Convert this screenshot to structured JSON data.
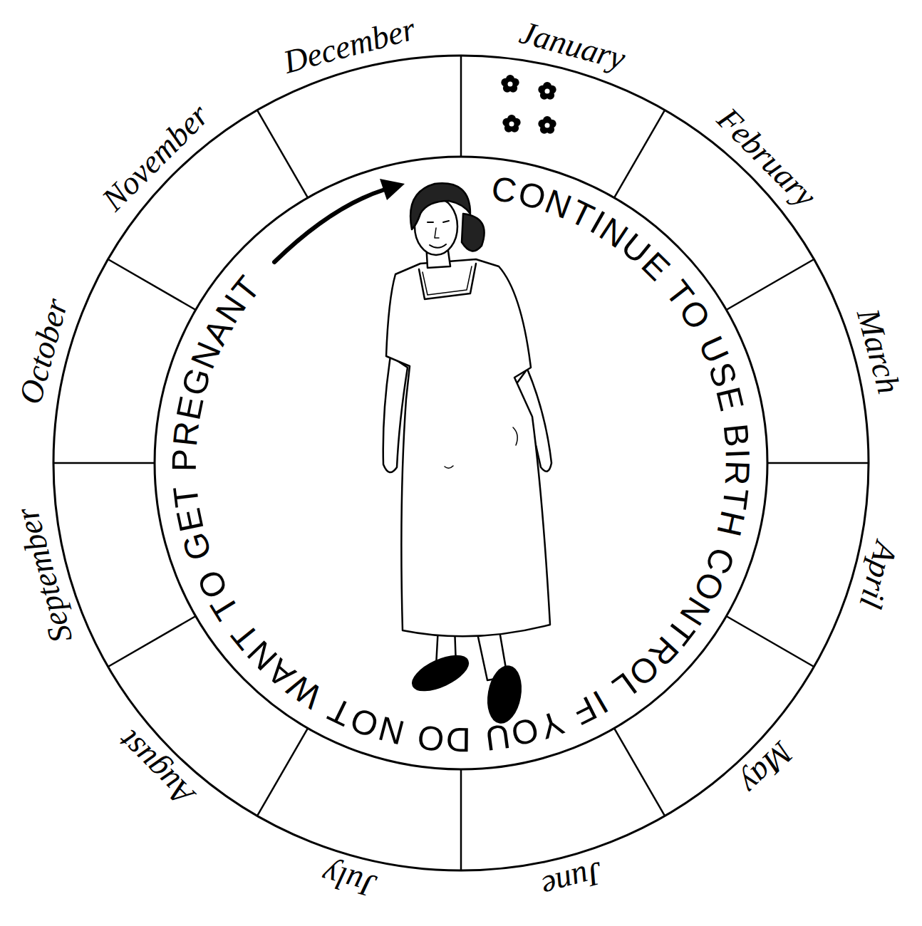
{
  "diagram": {
    "labels": [
      "January",
      "February",
      "March",
      "April",
      "May",
      "June",
      "July",
      "August",
      "September",
      "October",
      "November",
      "December",
      "CONTINUE TO USE BIRTH CONTROL IF YOU DO NOT WANT TO GET PREGNANT"
    ]
  }
}
